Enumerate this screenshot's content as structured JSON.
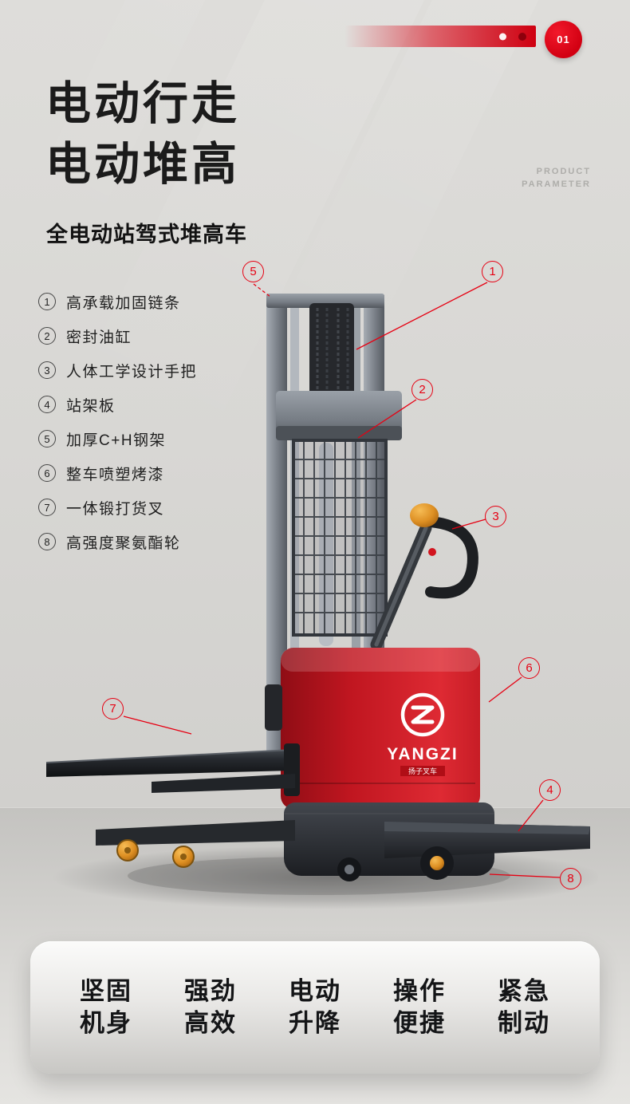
{
  "accent": "#e60012",
  "top_bar": {
    "page_number": "01"
  },
  "header": {
    "title_line1": "电动行走",
    "title_line2": "电动堆高",
    "eyebrow_line1": "PRODUCT",
    "eyebrow_line2": "PARAMETER",
    "subtitle": "全电动站驾式堆高车"
  },
  "features": [
    {
      "num": "1",
      "label": "高承载加固链条"
    },
    {
      "num": "2",
      "label": "密封油缸"
    },
    {
      "num": "3",
      "label": "人体工学设计手把"
    },
    {
      "num": "4",
      "label": "站架板"
    },
    {
      "num": "5",
      "label": "加厚C+H钢架"
    },
    {
      "num": "6",
      "label": "整车喷塑烤漆"
    },
    {
      "num": "7",
      "label": "一体锻打货叉"
    },
    {
      "num": "8",
      "label": "高强度聚氨酯轮"
    }
  ],
  "callouts": {
    "c1": "1",
    "c2": "2",
    "c3": "3",
    "c4": "4",
    "c5": "5",
    "c6": "6",
    "c7": "7",
    "c8": "8"
  },
  "product": {
    "brand": "YANGZI",
    "brand_sub": "扬子叉车"
  },
  "bottom_features": [
    {
      "line1": "坚固",
      "line2": "机身"
    },
    {
      "line1": "强劲",
      "line2": "高效"
    },
    {
      "line1": "电动",
      "line2": "升降"
    },
    {
      "line1": "操作",
      "line2": "便捷"
    },
    {
      "line1": "紧急",
      "line2": "制动"
    }
  ]
}
